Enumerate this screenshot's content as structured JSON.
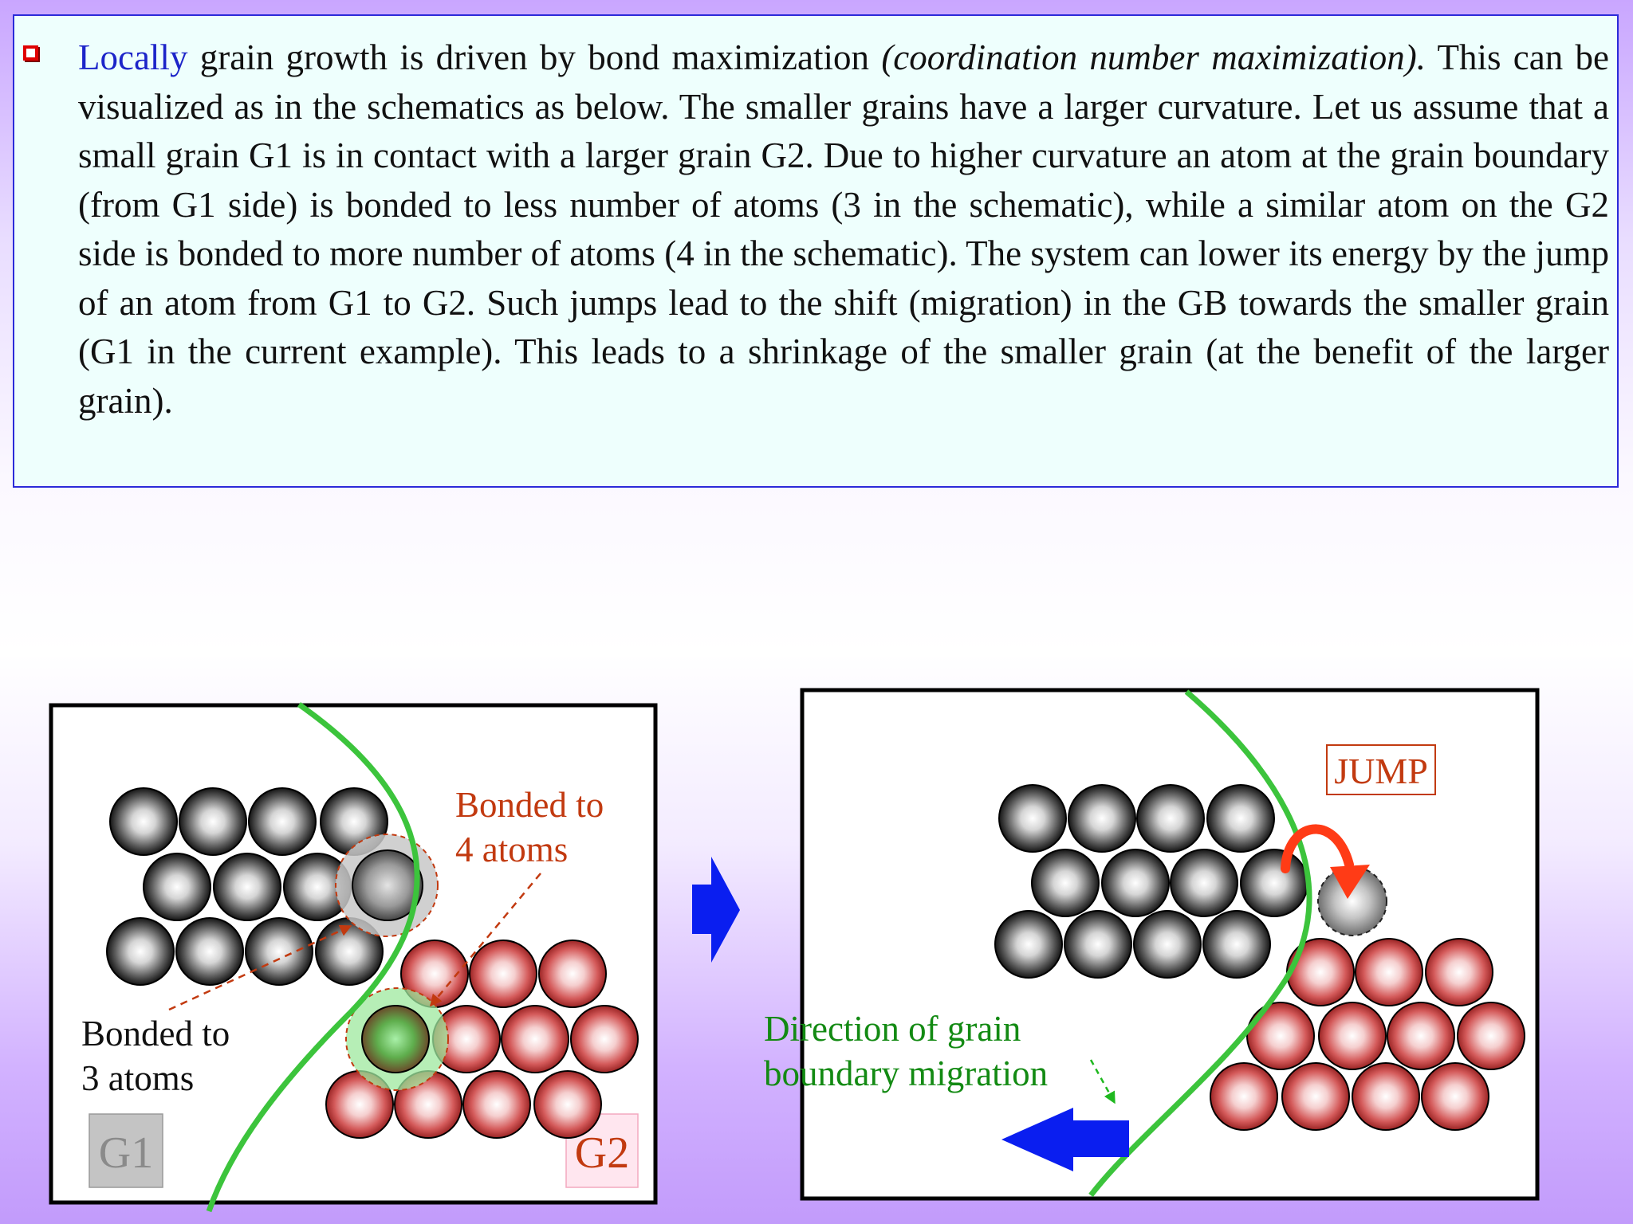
{
  "paragraph": {
    "highlight": "Locally",
    "intro": " grain growth is driven by bond maximization ",
    "italic": "(coordination number maximization).",
    "body": " This can be visualized as in the schematics as below. The smaller grains have a larger curvature. Let us assume that a small grain G1 is in contact with a larger grain G2. Due to higher curvature an atom at the grain boundary (from G1 side) is bonded to less number of atoms (3 in the schematic), while a similar atom on the G2 side is bonded to more number of atoms (4 in the schematic). The system can lower its energy by the jump of an atom from G1 to G2. Such jumps lead to the shift (migration) in the GB towards the smaller grain (G1 in the current example). This leads to a shrinkage of the smaller grain (at the benefit of the larger grain)."
  },
  "left_panel": {
    "label_4_line1": "Bonded to",
    "label_4_line2": "4 atoms",
    "label_3_line1": "Bonded to",
    "label_3_line2": "3 atoms",
    "grain1": "G1",
    "grain2": "G2"
  },
  "right_panel": {
    "jump": "JUMP",
    "direction_line1": "Direction of grain",
    "direction_line2": "boundary migration"
  },
  "colors": {
    "boundary": "#3cc43c",
    "dark_atom": "#202020",
    "red_atom": "#c03a3a",
    "annotation": "#c23a10",
    "arrow_blue": "#0a1ef0",
    "direction_text": "#138a13"
  }
}
